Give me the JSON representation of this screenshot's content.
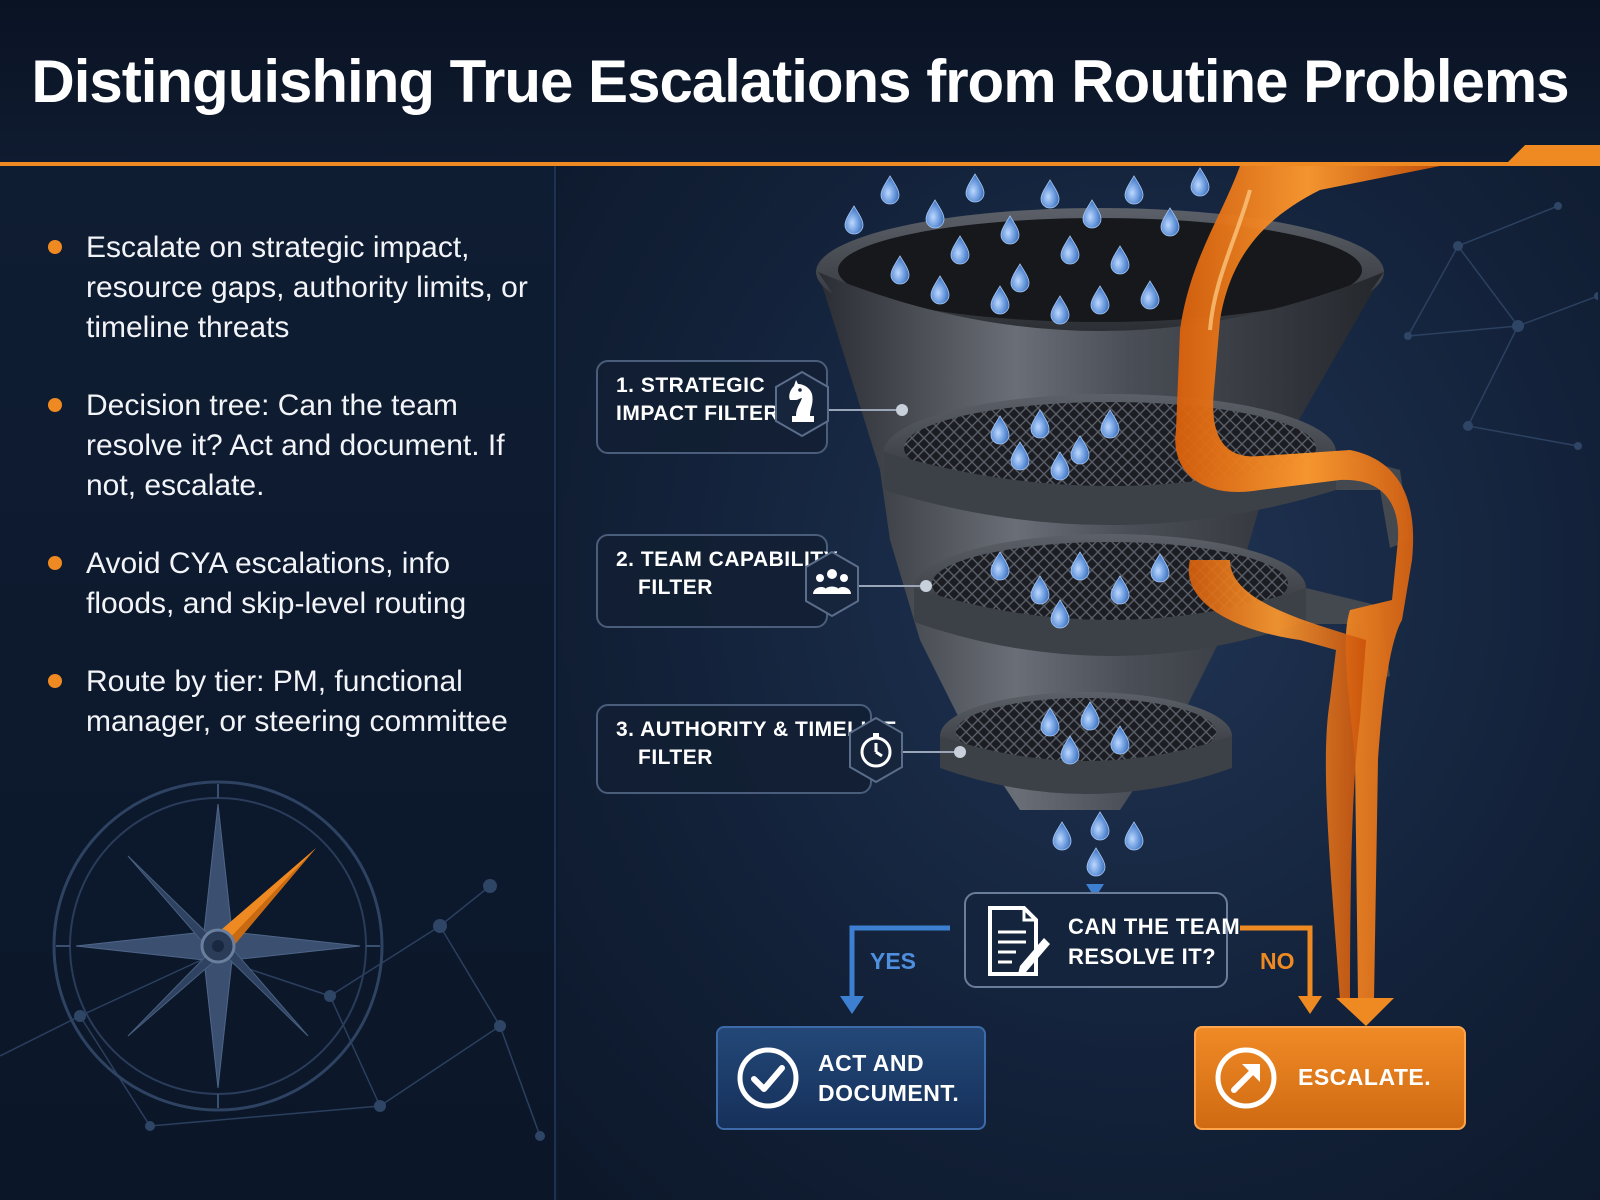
{
  "title": "Distinguishing True Escalations from Routine Problems",
  "bullets": [
    "Escalate on strategic impact, resource gaps, authority limits, or timeline threats",
    "Decision tree: Can the team resolve it? Act and document. If not, escalate.",
    "Avoid CYA escalations, info floods, and skip-level routing",
    "Route by tier: PM, functional manager, or steering committee"
  ],
  "filters": [
    {
      "line1": "1. STRATEGIC",
      "line2": "IMPACT FILTER",
      "icon": "chess-knight-icon"
    },
    {
      "line1": "2. TEAM CAPABILITY",
      "line2": "FILTER",
      "icon": "team-icon"
    },
    {
      "line1": "3. AUTHORITY & TIMELINE",
      "line2": "FILTER",
      "icon": "clock-icon"
    }
  ],
  "decision": {
    "line1": "CAN THE TEAM",
    "line2": "RESOLVE IT?",
    "icon": "document-pen-icon"
  },
  "yes_label": "YES",
  "no_label": "NO",
  "act": {
    "line1": "ACT AND",
    "line2": "DOCUMENT.",
    "icon": "checkmark-icon"
  },
  "escalate": {
    "label": "ESCALATE.",
    "icon": "arrow-up-right-icon"
  },
  "colors": {
    "accent": "#ef8a22",
    "background": "#0d1a2e",
    "yes_blue": "#3d7fd0",
    "act_box": "#1b3a66",
    "escalate_box": "#e07a1d"
  }
}
